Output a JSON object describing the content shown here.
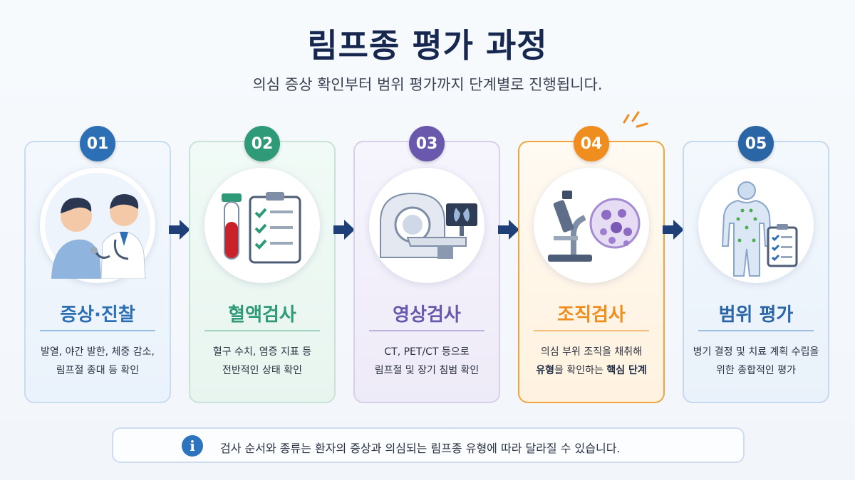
{
  "header": {
    "title": "림프종 평가 과정",
    "subtitle": "의심 증상 확인부터 범위 평가까지 단계별로 진행됩니다."
  },
  "colors": {
    "step1": "#2d6fb4",
    "step2": "#2e9a78",
    "step3": "#6a58ad",
    "step4": "#ef8d1f",
    "step5": "#2a65a5",
    "arrow": "#1f3f78"
  },
  "steps": [
    {
      "number": "01",
      "title": "증상·진찰",
      "desc_line1": "발열, 야간 발한, 체중 감소,",
      "desc_line2": "림프절 종대 등 확인",
      "icon": "doctor-patient-icon"
    },
    {
      "number": "02",
      "title": "혈액검사",
      "desc_line1": "혈구 수치, 염증 지표 등",
      "desc_line2": "전반적인 상태 확인",
      "icon": "blood-test-icon"
    },
    {
      "number": "03",
      "title": "영상검사",
      "desc_line1": "CT, PET/CT 등으로",
      "desc_line2": "림프절 및 장기 침범 확인",
      "icon": "ct-scanner-icon"
    },
    {
      "number": "04",
      "title": "조직검사",
      "desc_line1": "의심 부위 조직을 채취해",
      "desc_line2_bold_a": "유형",
      "desc_line2_mid": "을 확인하는 ",
      "desc_line2_bold_b": "핵심 단계",
      "icon": "microscope-icon"
    },
    {
      "number": "05",
      "title": "범위 평가",
      "desc_line1": "병기 결정 및 치료 계획 수립을",
      "desc_line2": "위한 종합적인 평가",
      "icon": "body-staging-icon"
    }
  ],
  "note": {
    "icon": "info-icon",
    "icon_glyph": "i",
    "text": "검사 순서와 종류는 환자의 증상과 의심되는 림프종 유형에 따라 달라질 수 있습니다."
  }
}
